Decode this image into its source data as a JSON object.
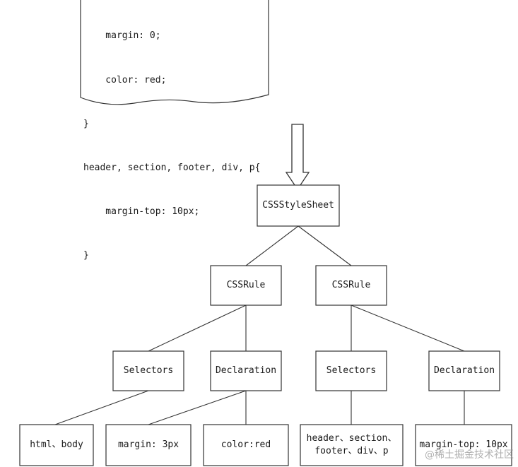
{
  "document": {
    "lines": [
      "    margin: 0;",
      "    color: red;",
      "}",
      "header, section, footer, div, p{",
      "    margin-top: 10px;",
      "}"
    ]
  },
  "tree": {
    "root": "CSSStyleSheet",
    "rule_left": "CSSRule",
    "rule_right": "CSSRule",
    "selectors_left": "Selectors",
    "declaration_left": "Declaration",
    "selectors_right": "Selectors",
    "declaration_right": "Declaration",
    "leaf_html_body": "html、body",
    "leaf_margin": "margin: 3px",
    "leaf_color": "color:red",
    "leaf_header_line1": "header、section、",
    "leaf_header_line2": "footer、div、p",
    "leaf_margin_top": "margin-top: 10px"
  },
  "watermark": "@稀土掘金技术社区"
}
